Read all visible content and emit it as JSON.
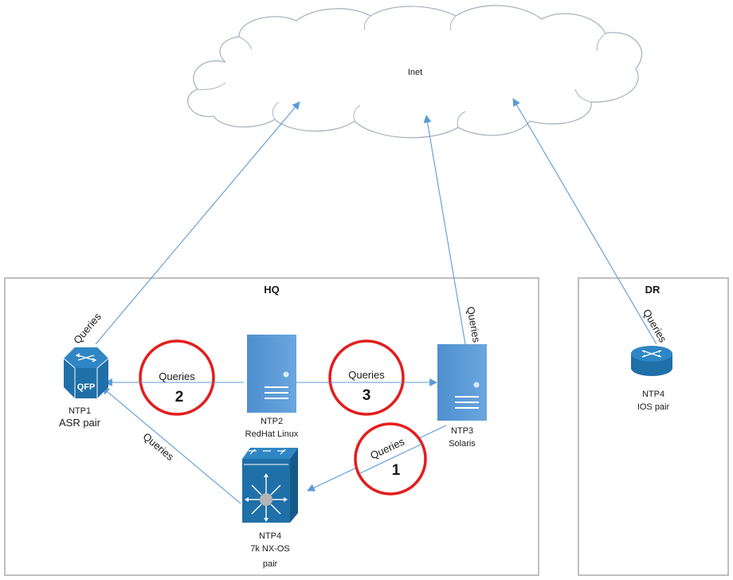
{
  "cloud": {
    "label": "Inet"
  },
  "zones": {
    "hq": {
      "title": "HQ"
    },
    "dr": {
      "title": "DR"
    }
  },
  "devices": {
    "ntp1": {
      "line1": "NTP1",
      "line2": "ASR pair",
      "icon_text": "QFP"
    },
    "ntp2": {
      "line1": "NTP2",
      "line2": "RedHat Linux"
    },
    "ntp3": {
      "line1": "NTP3",
      "line2": "Solaris"
    },
    "ntp4_hq": {
      "line1": "NTP4",
      "line2": "7k NX-OS",
      "line3": "pair"
    },
    "ntp4_dr": {
      "line1": "NTP4",
      "line2": "IOS pair"
    }
  },
  "links": {
    "ntp1_inet": "Queries",
    "ntp3_inet": "Queries",
    "ntp4dr_inet": "Queries",
    "ntp4_ntp1": "Queries"
  },
  "badges": [
    {
      "number": "1",
      "label": "Queries"
    },
    {
      "number": "2",
      "label": "Queries"
    },
    {
      "number": "3",
      "label": "Queries"
    }
  ],
  "colors": {
    "line": "#5b9bd5",
    "badge_ring": "#e31d1d",
    "server": "#5b9bd5",
    "router": "#1f6fa8"
  }
}
